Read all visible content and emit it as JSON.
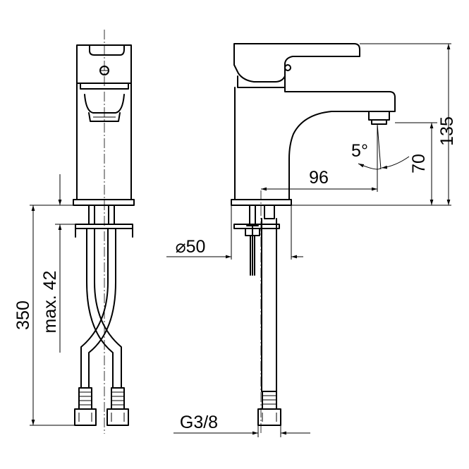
{
  "dimensions": {
    "height_350": "350",
    "max_42": "max. 42",
    "diameter_50": "⌀50",
    "reach_96": "96",
    "height_70": "70",
    "height_135": "135",
    "angle_5": "5°",
    "thread": "G3/8"
  },
  "colors": {
    "line": "#000000",
    "background": "#ffffff"
  }
}
